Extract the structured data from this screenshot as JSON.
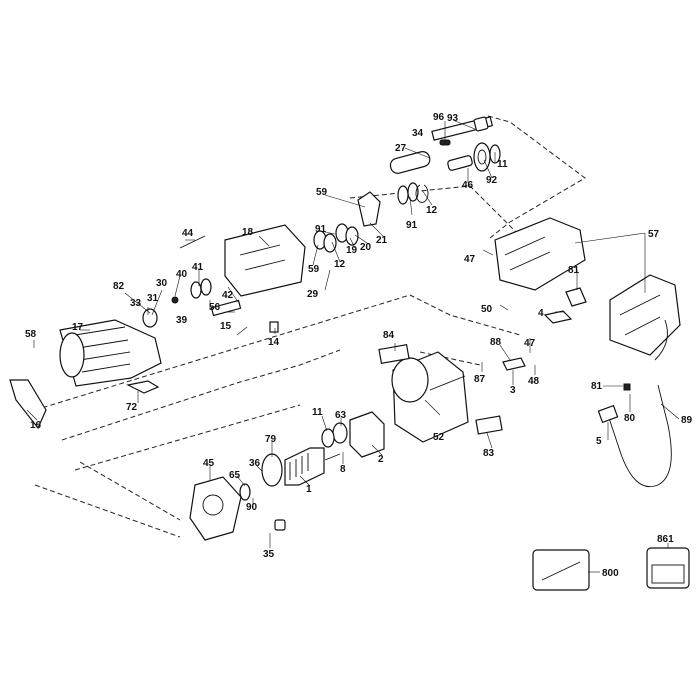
{
  "callouts": {
    "c1": "1",
    "c2": "2",
    "c3": "3",
    "c4": "4",
    "c5": "5",
    "c8": "8",
    "c11a": "11",
    "c11b": "11",
    "c12a": "12",
    "c12b": "12",
    "c14": "14",
    "c15": "15",
    "c16": "16",
    "c17": "17",
    "c18": "18",
    "c19": "19",
    "c20": "20",
    "c21": "21",
    "c27": "27",
    "c29": "29",
    "c30": "30",
    "c31": "31",
    "c33": "33",
    "c34": "34",
    "c35": "35",
    "c36": "36",
    "c39": "39",
    "c40": "40",
    "c41": "41",
    "c42": "42",
    "c44": "44",
    "c45": "45",
    "c46": "46",
    "c47a": "47",
    "c47b": "47",
    "c48": "48",
    "c50": "50",
    "c52": "52",
    "c56": "56",
    "c57": "57",
    "c58": "58",
    "c59a": "59",
    "c59b": "59",
    "c63": "63",
    "c65": "65",
    "c72": "72",
    "c79": "79",
    "c80": "80",
    "c81a": "81",
    "c81b": "81",
    "c82": "82",
    "c83": "83",
    "c84": "84",
    "c87": "87",
    "c88": "88",
    "c89": "89",
    "c90": "90",
    "c91a": "91",
    "c91b": "91",
    "c92": "92",
    "c93": "93",
    "c96": "96",
    "c800": "800",
    "c861": "861"
  }
}
